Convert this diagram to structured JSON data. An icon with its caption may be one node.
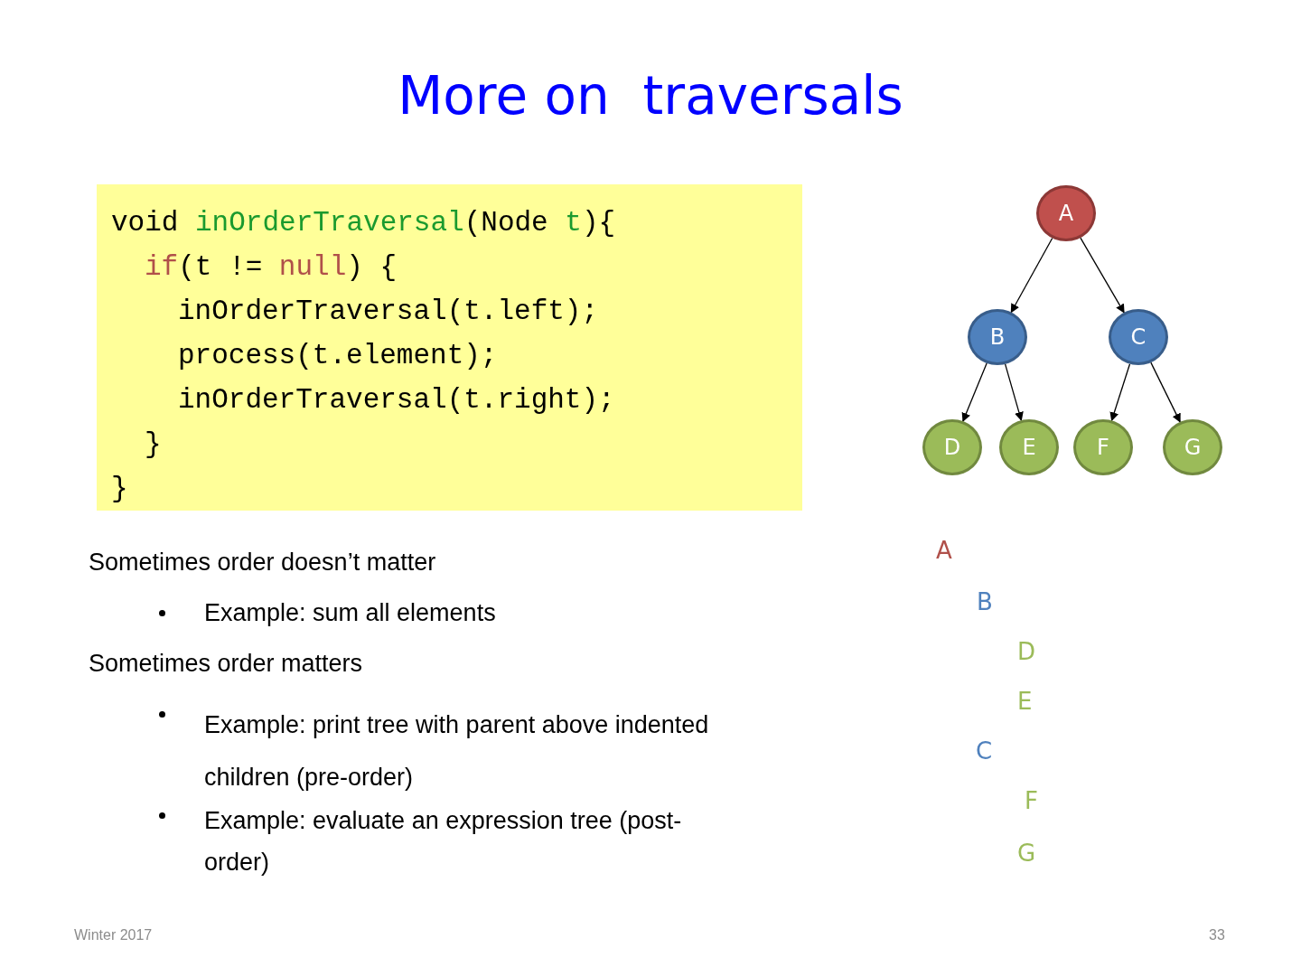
{
  "diagram": {
    "title": "More on  traversals",
    "nodes": [
      {
        "text": [
          "void inOrderTraversal(Node t){",
          "if(t != null) {",
          "inOrderTraversal(t.left);",
          "process(t.element);",
          "inOrderTraversal(t.right);",
          "}",
          "}"
        ]
      },
      {
        "text": [
          "A"
        ]
      },
      {
        "text": [
          "B"
        ]
      },
      {
        "text": [
          "C"
        ]
      },
      {
        "text": [
          "D"
        ]
      },
      {
        "text": [
          "E"
        ]
      },
      {
        "text": [
          "F"
        ]
      },
      {
        "text": [
          "G"
        ]
      }
    ],
    "edges": [
      {
        "from": 1,
        "to": 2,
        "arrow": "to"
      },
      {
        "from": 1,
        "to": 3,
        "arrow": "to"
      },
      {
        "from": 2,
        "to": 4,
        "arrow": "to"
      },
      {
        "from": 2,
        "to": 5,
        "arrow": "to"
      },
      {
        "from": 3,
        "to": 6,
        "arrow": "to"
      },
      {
        "from": 3,
        "to": 7,
        "arrow": "to"
      }
    ],
    "labels": [
      "Sometimes order doesn’t matter",
      "Example: sum all elements",
      "Sometimes order matters",
      "Example: print tree with parent above indented children (pre-order)",
      "Example: evaluate an expression tree (post-order)",
      "A",
      "B",
      "D",
      "E",
      "C",
      "F",
      "G",
      "Winter 2017",
      "33"
    ]
  }
}
